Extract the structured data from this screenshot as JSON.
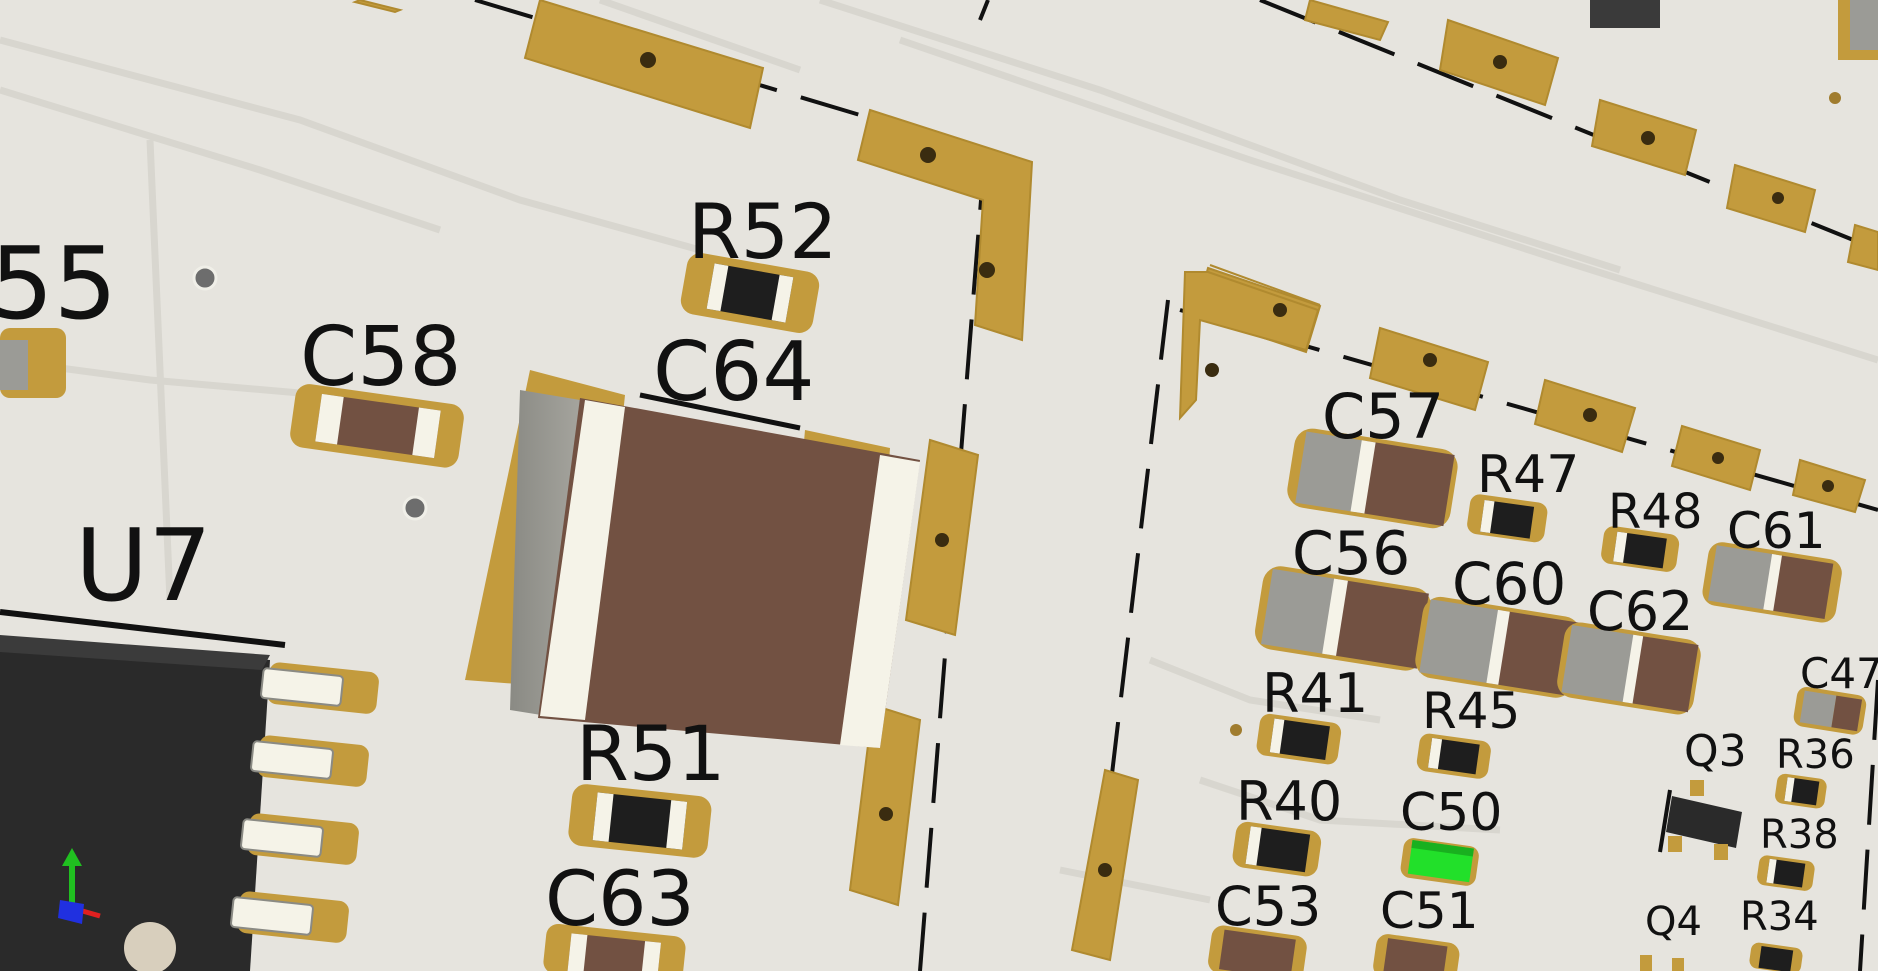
{
  "view": {
    "background": "#e6e4de",
    "pad_color": "#c39b3d",
    "silkscreen_color": "#111111",
    "ceramic_cap_color": "#725142",
    "highlight_color": "#22e02a",
    "axis_colors": {
      "x": "#e02020",
      "y": "#20c020",
      "z": "#2030e0"
    }
  },
  "designators": {
    "c55_partial": "55",
    "c58": "C58",
    "r52": "R52",
    "c64": "C64",
    "u7": "U7",
    "r51": "R51",
    "c63": "C63",
    "c57": "C57",
    "r47": "R47",
    "r48": "R48",
    "c61": "C61",
    "c56": "C56",
    "c60": "C60",
    "c62": "C62",
    "c47": "C47",
    "r41": "R41",
    "r45": "R45",
    "q3": "Q3",
    "r36": "R36",
    "r40": "R40",
    "c50": "C50",
    "r38": "R38",
    "c53": "C53",
    "c51": "C51",
    "q4": "Q4",
    "r34": "R34"
  },
  "selected_component": "C50",
  "icons": {
    "axis_gizmo": "axis-triad-icon"
  }
}
